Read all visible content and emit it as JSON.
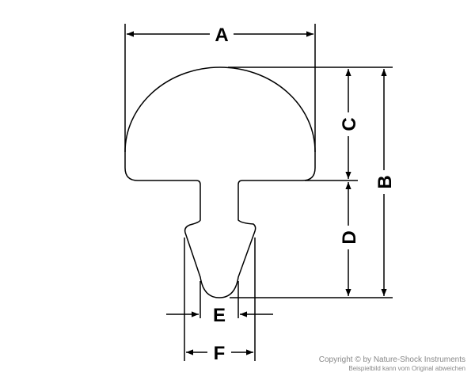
{
  "diagram": {
    "labels": {
      "A": "A",
      "B": "B",
      "C": "C",
      "D": "D",
      "E": "E",
      "F": "F"
    }
  },
  "copyright": {
    "line1": "Copyright © by Nature-Shock Instruments",
    "line2": "Beispielbild kann vom Original abweichen"
  }
}
